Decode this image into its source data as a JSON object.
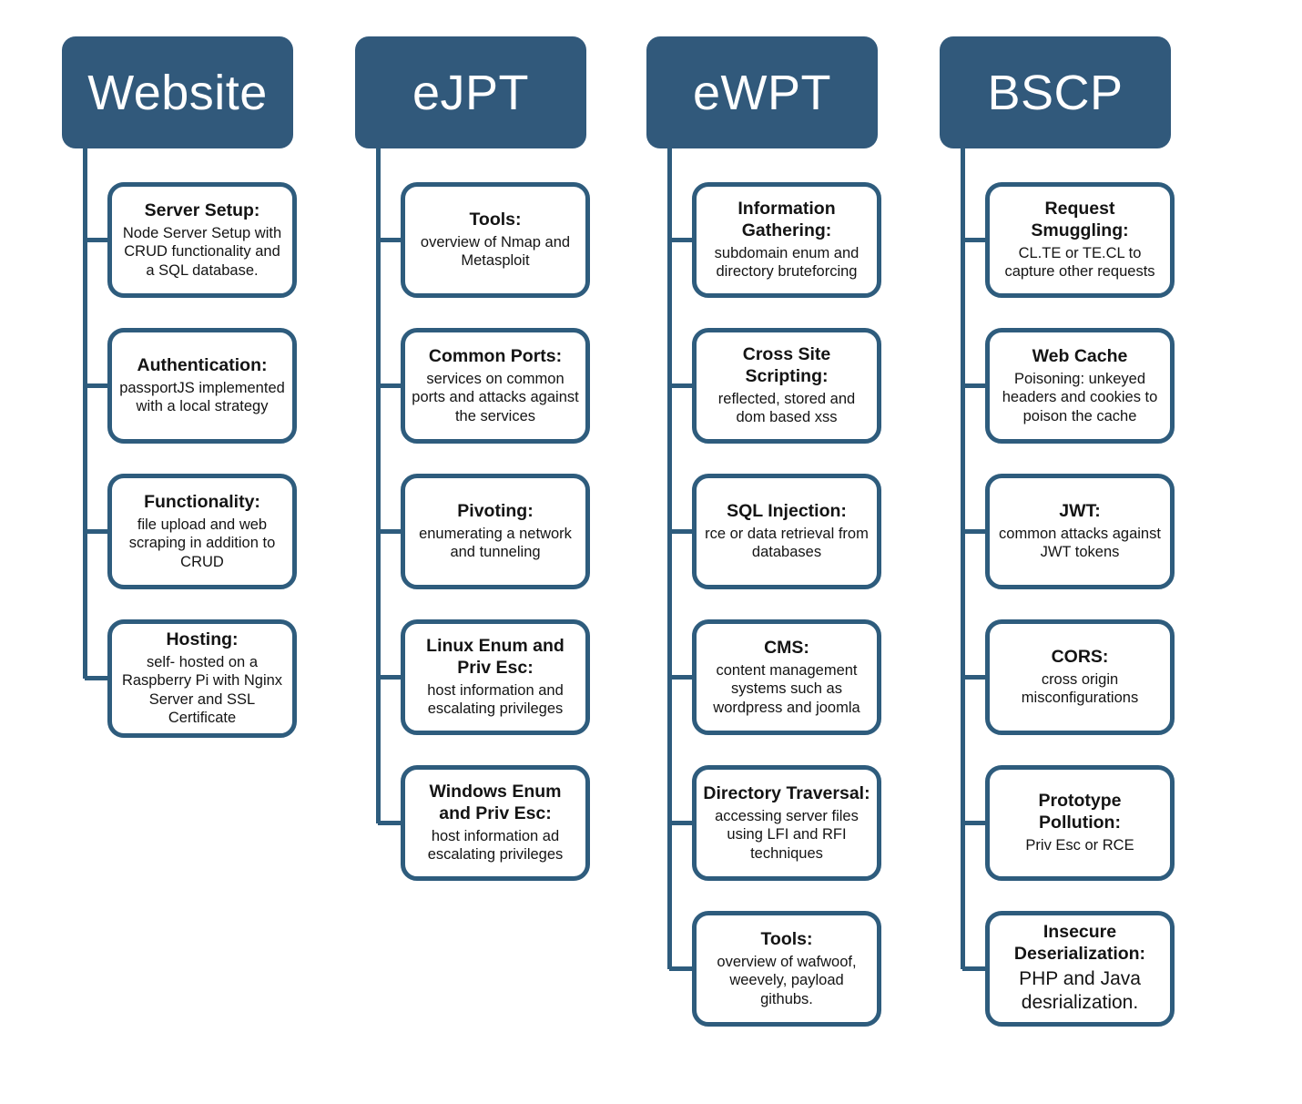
{
  "diagram": {
    "colors": {
      "header_bg": "#31597B",
      "box_border": "#2E5C7D",
      "connector": "#2E5C7D",
      "header_text": "#FFFFFF",
      "body_text": "#141414",
      "background": "#FFFFFF"
    },
    "columns": [
      {
        "title": "Website",
        "children": [
          {
            "title": "Server Setup:",
            "body": "Node Server Setup with CRUD functionality and a SQL database."
          },
          {
            "title": "Authentication:",
            "body": "passportJS implemented with a local strategy"
          },
          {
            "title": "Functionality:",
            "body": "file upload and web scraping in addition to CRUD"
          },
          {
            "title": "Hosting:",
            "body": "self- hosted on a Raspberry Pi with Nginx Server and SSL Certificate"
          }
        ]
      },
      {
        "title": "eJPT",
        "children": [
          {
            "title": "Tools:",
            "body": "overview of Nmap and Metasploit"
          },
          {
            "title": "Common Ports:",
            "body": "services on common ports and attacks against the services"
          },
          {
            "title": "Pivoting:",
            "body": "enumerating a network and tunneling"
          },
          {
            "title": "Linux Enum and Priv Esc:",
            "body": "host information and escalating privileges"
          },
          {
            "title": "Windows Enum and Priv Esc:",
            "body": "host information ad escalating privileges"
          }
        ]
      },
      {
        "title": "eWPT",
        "children": [
          {
            "title": "Information Gathering:",
            "body": "subdomain enum and directory bruteforcing"
          },
          {
            "title": "Cross Site Scripting:",
            "body": "reflected, stored and dom based xss"
          },
          {
            "title": "SQL Injection:",
            "body": "rce or data retrieval from databases"
          },
          {
            "title": "CMS:",
            "body": "content management systems such as wordpress and joomla"
          },
          {
            "title": "Directory Traversal:",
            "body": "accessing server files using LFI and RFI techniques"
          },
          {
            "title": "Tools:",
            "body": "overview of wafwoof, weevely, payload githubs."
          }
        ]
      },
      {
        "title": "BSCP",
        "children": [
          {
            "title": "Request Smuggling:",
            "body": "CL.TE or TE.CL to capture other requests"
          },
          {
            "title": "Web Cache",
            "body": "Poisoning: unkeyed headers and cookies to poison the cache"
          },
          {
            "title": "JWT:",
            "body": "common attacks against JWT tokens"
          },
          {
            "title": "CORS:",
            "body": "cross origin misconfigurations"
          },
          {
            "title": "Prototype Pollution:",
            "body": "Priv Esc or RCE"
          },
          {
            "title": "Insecure Deserialization:",
            "body": "PHP and Java desrialization.",
            "body_style": "large"
          }
        ]
      }
    ]
  }
}
